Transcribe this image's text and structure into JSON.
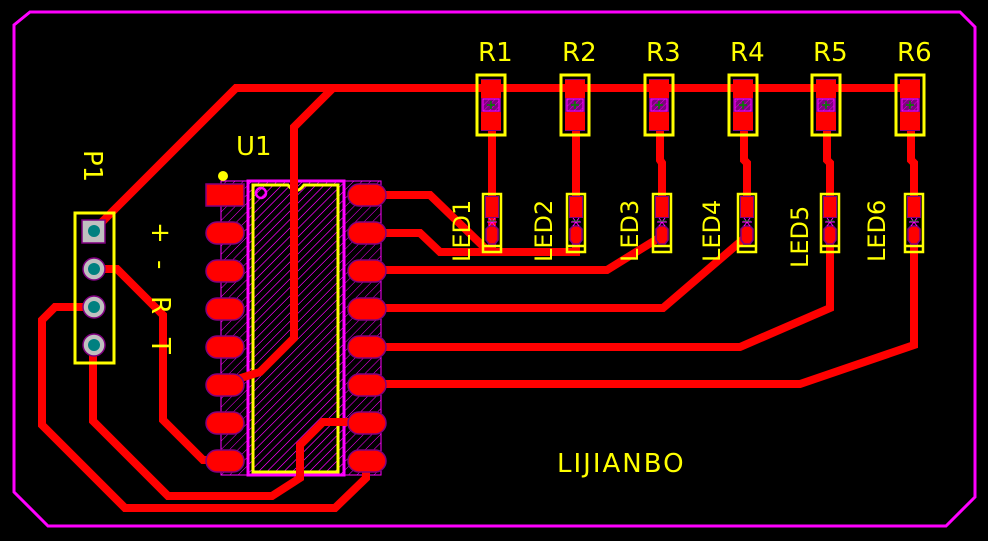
{
  "board": {
    "title": "PCB Layout",
    "author_label": "LIJIANBO",
    "colors": {
      "background": "#000000",
      "outline": "#ff00ff",
      "trace": "#ff0000",
      "silkscreen": "#ffff00",
      "pad_outline": "#800080",
      "via_hole": "#008080",
      "via_ring": "#c0c0c0",
      "courtyard": "#ff00ff",
      "center_mark": "#008000"
    }
  },
  "connector": {
    "designator": "P1",
    "pins": [
      {
        "number": 1,
        "label": "+",
        "shape": "square"
      },
      {
        "number": 2,
        "label": "-",
        "shape": "round"
      },
      {
        "number": 3,
        "label": "R",
        "shape": "round"
      },
      {
        "number": 4,
        "label": "T",
        "shape": "round"
      }
    ]
  },
  "ic": {
    "designator": "U1",
    "pin_count": 16,
    "pin1_marker": "dot"
  },
  "resistors": [
    {
      "designator": "R1"
    },
    {
      "designator": "R2"
    },
    {
      "designator": "R3"
    },
    {
      "designator": "R4"
    },
    {
      "designator": "R5"
    },
    {
      "designator": "R6"
    }
  ],
  "leds": [
    {
      "designator": "LED1"
    },
    {
      "designator": "LED2"
    },
    {
      "designator": "LED3"
    },
    {
      "designator": "LED4"
    },
    {
      "designator": "LED5"
    },
    {
      "designator": "LED6"
    }
  ]
}
